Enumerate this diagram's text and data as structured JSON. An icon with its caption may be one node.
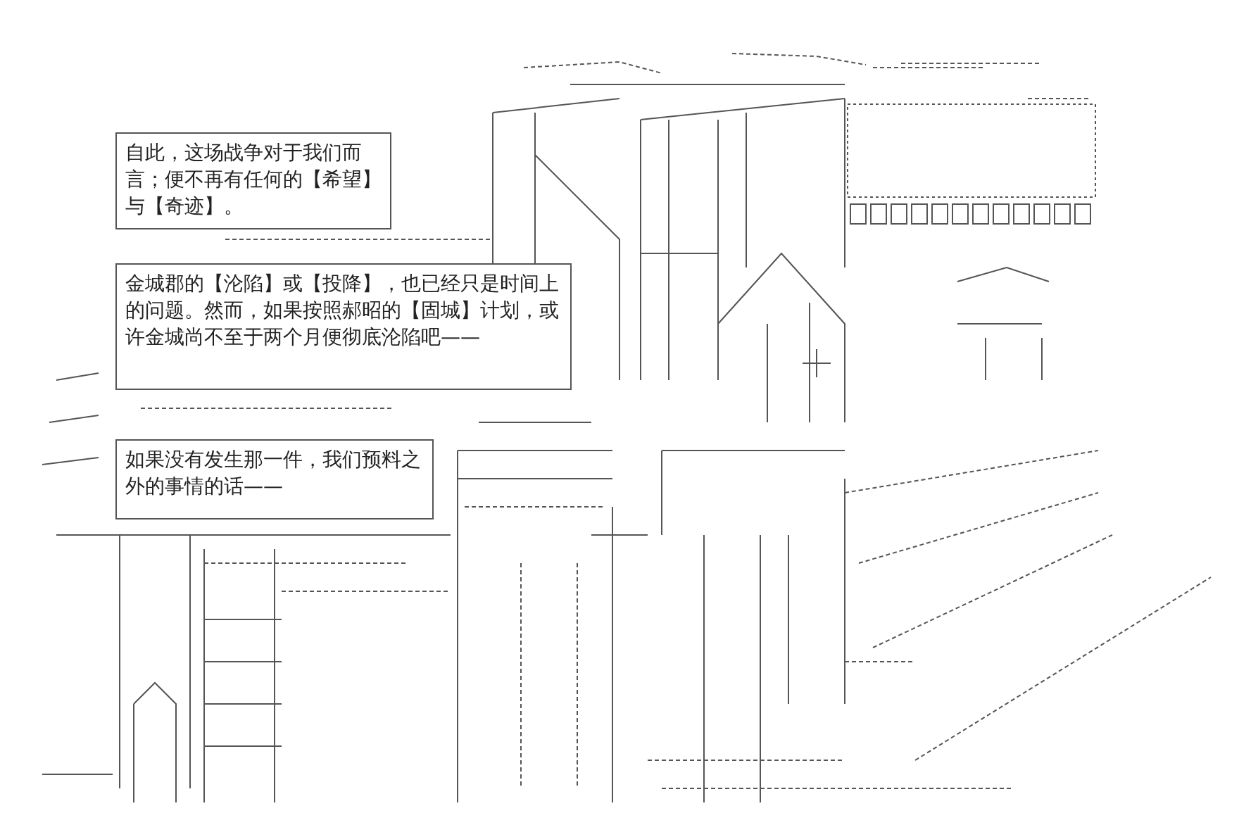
{
  "diagram": {
    "nodes": [
      {
        "text": [
          "自此，这场战争对于我们而言；便不再有任何的【希望】与【奇迹】。"
        ]
      },
      {
        "text": [
          "金城郡的【沦陷】或【投降】，也已经只是时间上的问题。然而，如果按照郝昭的【固城】计划，或许金城尚不至于两个月便彻底沦陷吧——"
        ]
      },
      {
        "text": [
          "如果没有发生那一件，我们预料之外的事情的话——"
        ]
      }
    ]
  }
}
